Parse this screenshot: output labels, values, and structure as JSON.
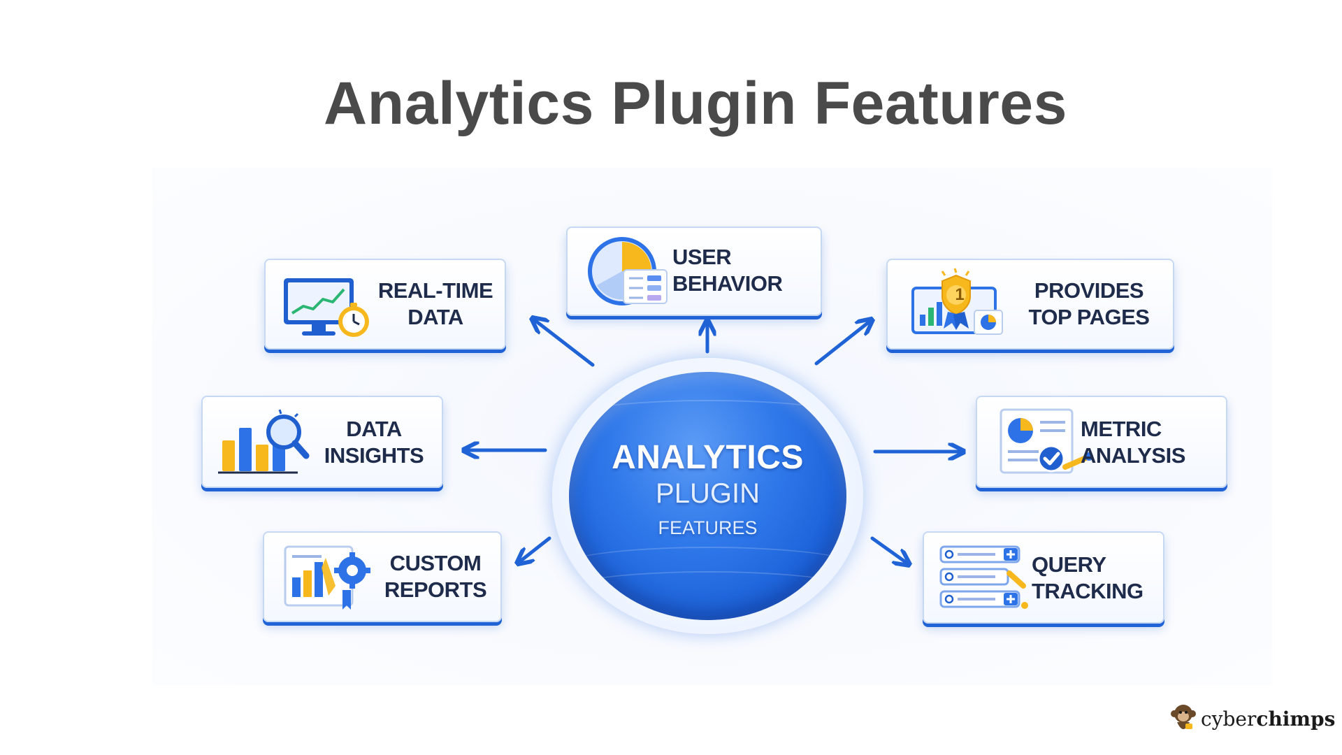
{
  "title": "Analytics Plugin Features",
  "hub": {
    "line1": "ANALYTICS",
    "line2": "PLUGIN",
    "line3": "FEATURES"
  },
  "features": {
    "realtime": {
      "line1": "REAL-TIME",
      "line2": "DATA"
    },
    "user_behavior": {
      "line1": "USER",
      "line2": "BEHAVIOR"
    },
    "top_pages": {
      "line1": "PROVIDES",
      "line2": "TOP PAGES"
    },
    "data_insights": {
      "line1": "DATA",
      "line2": "INSIGHTS"
    },
    "metric_analysis": {
      "line1": "METRIC",
      "line2": "ANALYSIS"
    },
    "custom_reports": {
      "line1": "CUSTOM",
      "line2": "REPORTS"
    },
    "query_tracking": {
      "line1": "QUERY",
      "line2": "TRACKING"
    }
  },
  "badge_number": "1",
  "brand": {
    "part1": "cyber",
    "part2": "chimps"
  },
  "colors": {
    "accent_blue": "#1f63d6",
    "title_gray": "#4a4a4a",
    "label_navy": "#1e2b4a",
    "icon_yellow": "#f6b81c"
  }
}
